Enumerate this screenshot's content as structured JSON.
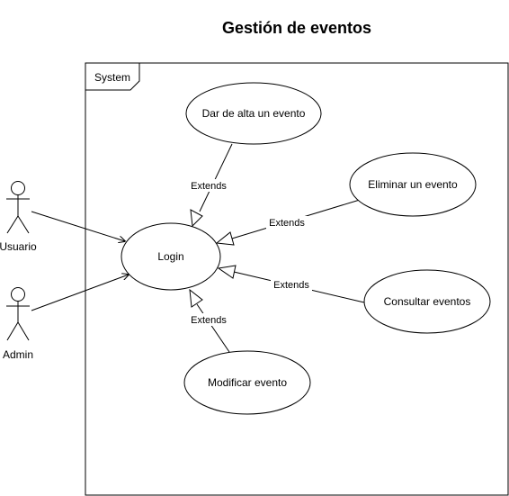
{
  "diagram": {
    "title": "Gestión de eventos",
    "system_label": "System",
    "actors": {
      "usuario": "Usuario",
      "admin": "Admin"
    },
    "use_cases": {
      "dar_de_alta": "Dar de alta un evento",
      "eliminar": "Eliminar un evento",
      "login": "Login",
      "consultar": "Consultar eventos",
      "modificar": "Modificar evento"
    },
    "relations": {
      "dar_de_alta": "Extends",
      "eliminar": "Extends",
      "consultar": "Extends",
      "modificar": "Extends"
    }
  }
}
